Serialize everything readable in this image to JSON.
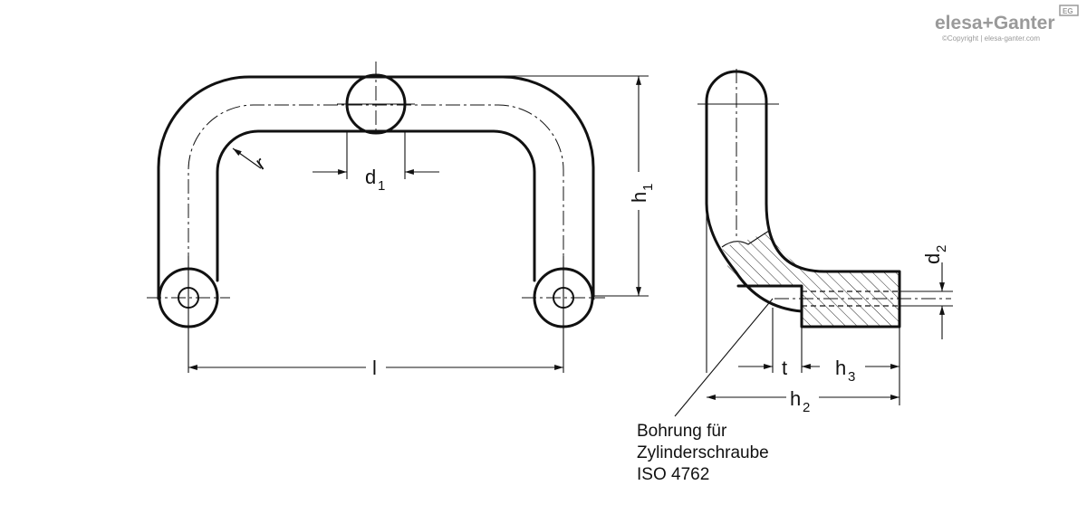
{
  "brand": {
    "logo_text": "elesa+Ganter",
    "copyright_text": "©Copyright | elesa-ganter.com",
    "badge_text": "EG"
  },
  "dimensions": {
    "d1": {
      "main": "d",
      "sub": "1"
    },
    "r": "r",
    "h1": {
      "main": "h",
      "sub": "1"
    },
    "l": "l",
    "d2": {
      "main": "d",
      "sub": "2"
    },
    "t": "t",
    "h3": {
      "main": "h",
      "sub": "3"
    },
    "h2": {
      "main": "h",
      "sub": "2"
    }
  },
  "note": {
    "line1": "Bohrung für",
    "line2": "Zylinderschraube",
    "line3": "ISO 4762"
  },
  "colors": {
    "line": "#111111",
    "logo": "#9a9a9a"
  }
}
